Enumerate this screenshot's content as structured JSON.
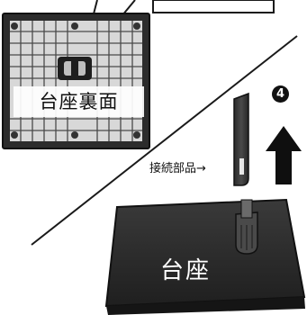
{
  "labels": {
    "base_bottom": "台座裏面",
    "connector_part": "接続部品→",
    "base": "台座",
    "step_number": "4"
  },
  "icons": {
    "step_badge": "step-4-badge",
    "arrow": "up-arrow-icon"
  },
  "colors": {
    "panel_dark": "#2f2f2f",
    "panel_light": "#d9d9d9",
    "line": "#1a1a1a",
    "label_on_dark": "#ffffff"
  }
}
